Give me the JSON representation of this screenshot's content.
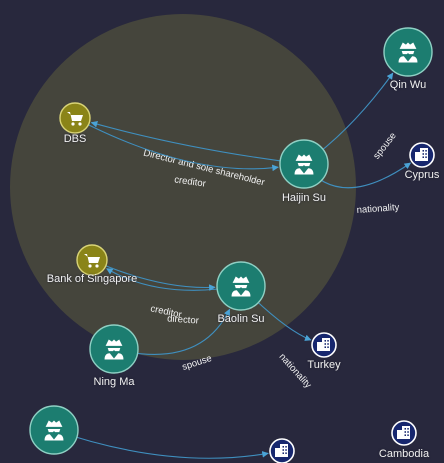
{
  "graph": {
    "nodes": [
      {
        "id": "qin-wu",
        "type": "person",
        "label": "Qin Wu"
      },
      {
        "id": "haijin-su",
        "type": "person",
        "label": "Haijin Su"
      },
      {
        "id": "baolin-su",
        "type": "person",
        "label": "Baolin Su"
      },
      {
        "id": "ning-ma",
        "type": "person",
        "label": "Ning Ma"
      },
      {
        "id": "person-bottom-left",
        "type": "person",
        "label": ""
      },
      {
        "id": "dbs",
        "type": "bank",
        "label": "DBS"
      },
      {
        "id": "bank-of-singapore",
        "type": "bank",
        "label": "Bank of Singapore"
      },
      {
        "id": "cyprus",
        "type": "country",
        "label": "Cyprus"
      },
      {
        "id": "turkey",
        "type": "country",
        "label": "Turkey"
      },
      {
        "id": "cambodia",
        "type": "country",
        "label": "Cambodia"
      },
      {
        "id": "country-bottom",
        "type": "country",
        "label": ""
      }
    ],
    "edges": [
      {
        "from": "haijin-su",
        "to": "qin-wu",
        "label": "spouse"
      },
      {
        "from": "haijin-su",
        "to": "dbs",
        "label": "Director and sole shareholder"
      },
      {
        "from": "dbs",
        "to": "haijin-su",
        "label": "creditor"
      },
      {
        "from": "haijin-su",
        "to": "cyprus",
        "label": "nationality"
      },
      {
        "from": "baolin-su",
        "to": "bank-of-singapore",
        "label": "director"
      },
      {
        "from": "bank-of-singapore",
        "to": "baolin-su",
        "label": "creditor"
      },
      {
        "from": "ning-ma",
        "to": "baolin-su",
        "label": "spouse"
      },
      {
        "from": "baolin-su",
        "to": "turkey",
        "label": "nationality"
      },
      {
        "from": "person-bottom-left",
        "to": "country-bottom",
        "label": ""
      }
    ]
  },
  "colors": {
    "background": "#28283d",
    "highlight_circle": "#4a4a3c",
    "person_node": "#1c7d70",
    "bank_node": "#8a8418",
    "country_node": "#17276e",
    "edge": "#3f8fbf"
  },
  "icons": {
    "person": "spy-icon",
    "bank": "shopping-cart-icon",
    "country": "building-icon"
  }
}
